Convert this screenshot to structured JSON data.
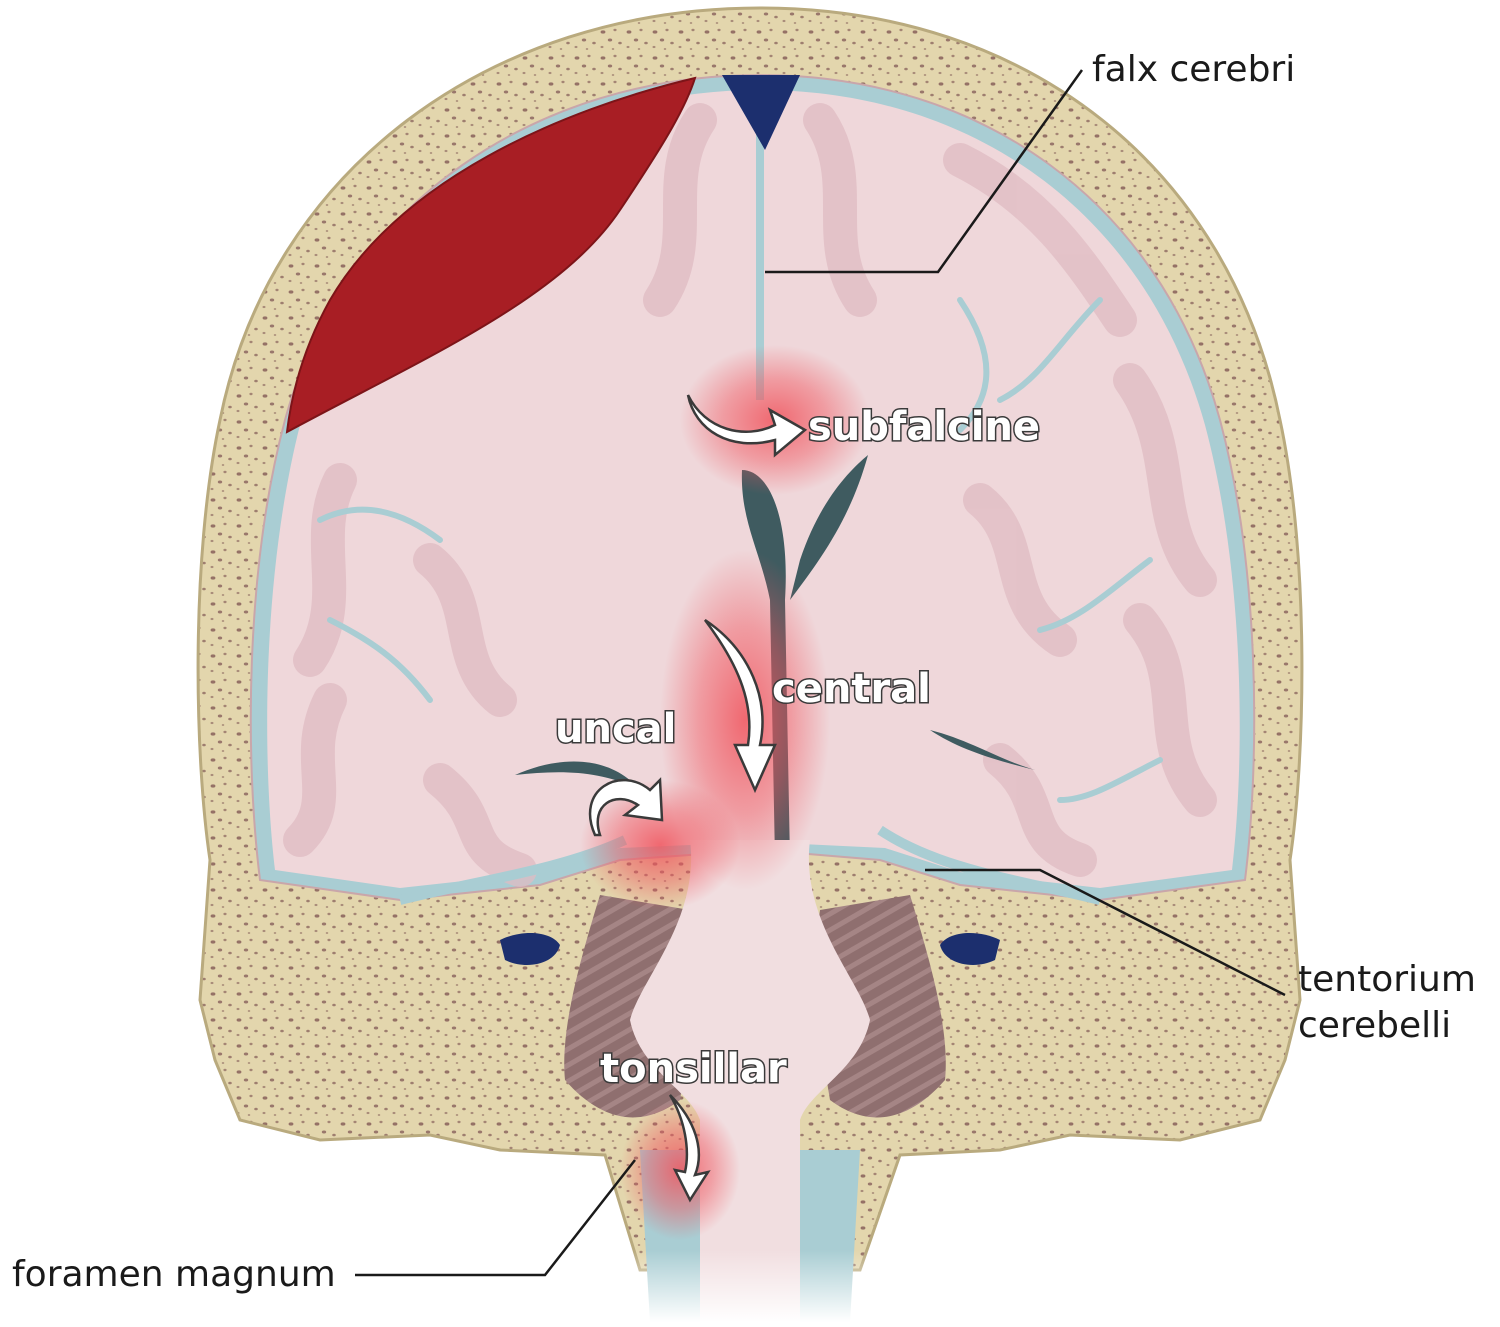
{
  "callouts": {
    "falx_cerebri": "falx cerebri",
    "tentorium_line1": "tentorium",
    "tentorium_line2": "cerebelli",
    "foramen_magnum": "foramen magnum"
  },
  "herniations": {
    "subfalcine": "subfalcine",
    "central": "central",
    "uncal": "uncal",
    "tonsillar": "tonsillar"
  },
  "colors": {
    "skull_bone": "#e3d6ad",
    "bone_pores": "#7a4f4f",
    "dura_csf": "#a9cdd3",
    "brain_tissue": "#efd7da",
    "gyri": "#e3c1c7",
    "hematoma": "#a81e24",
    "ventricles": "#3f5b60",
    "venous_sinus": "#1c2f6e",
    "cerebellum": "#8f6f6f",
    "herniation_glow": "#f0555e",
    "arrow": "#ffffff",
    "leader_lines": "#1a1a1a"
  },
  "icons": {
    "subfalcine_arrow": "curved-arrow-right",
    "central_arrow": "curved-arrow-down",
    "uncal_arrow": "curved-arrow-clockwise",
    "tonsillar_arrow": "curved-arrow-down"
  }
}
